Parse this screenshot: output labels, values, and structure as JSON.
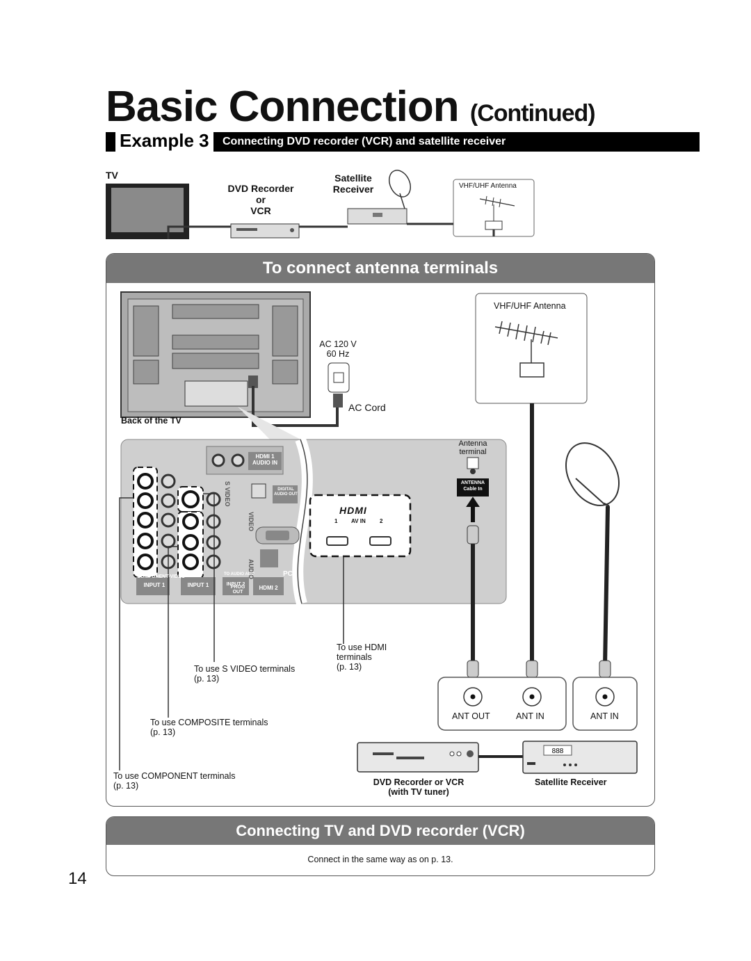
{
  "header": {
    "title": "Basic Connection",
    "title_suffix": "(Continued)",
    "example_label": "Example 3",
    "example_subtitle": "Connecting DVD recorder (VCR) and satellite receiver"
  },
  "top_diagram": {
    "tv_label": "TV",
    "dvd_label_line1": "DVD Recorder",
    "dvd_label_line2": "or",
    "dvd_label_line3": "VCR",
    "satellite_line1": "Satellite",
    "satellite_line2": "Receiver",
    "antenna_label": "VHF/UHF Antenna"
  },
  "antenna_section": {
    "heading": "To connect antenna terminals",
    "antenna_label": "VHF/UHF Antenna",
    "ac_line1": "AC 120 V",
    "ac_line2": "60 Hz",
    "ac_cord": "AC Cord",
    "back_of_tv": "Back of the TV",
    "antenna_terminal_line1": "Antenna",
    "antenna_terminal_line2": "terminal",
    "antenna_badge_line1": "ANTENNA",
    "antenna_badge_line2": "Cable In",
    "panel_labels": {
      "hdmi1": "HDMI 1",
      "audio_in": "AUDIO IN",
      "digital_audio_out": "DIGITAL AUDIO OUT",
      "s_video": "S VIDEO",
      "video": "VIDEO",
      "audio": "AUDIO",
      "pc": "PC",
      "hdmi2": "HDMI 2",
      "prog_out": "PROG OUT",
      "to_audio_amp": "TO AUDIO AMP",
      "component_video": "COMPONENT VIDEO",
      "input1": "INPUT 1",
      "input1b": "INPUT 1",
      "input2": "INPUT 2",
      "av_in": "AV IN",
      "hdmi_logo": "HDMI",
      "hdmi_n1": "1",
      "hdmi_n2": "2"
    },
    "notes": {
      "hdmi_line1": "To use HDMI",
      "hdmi_line2": "terminals",
      "hdmi_line3": "(p. 13)",
      "svideo_line1": "To use S VIDEO terminals",
      "svideo_line2": "(p. 13)",
      "composite_line1": "To use COMPOSITE terminals",
      "composite_line2": "(p. 13)",
      "component_line1": "To use COMPONENT terminals",
      "component_line2": "(p. 13)"
    },
    "ant_out": "ANT OUT",
    "ant_in_1": "ANT IN",
    "ant_in_2": "ANT IN",
    "dvd_caption_line1": "DVD Recorder or VCR",
    "dvd_caption_line2": "(with TV tuner)",
    "satellite_caption": "Satellite Receiver",
    "sat_display": "888"
  },
  "vcr_section": {
    "heading": "Connecting TV and DVD recorder (VCR)",
    "text": "Connect in the same way as on p. 13."
  },
  "page_number": "14"
}
